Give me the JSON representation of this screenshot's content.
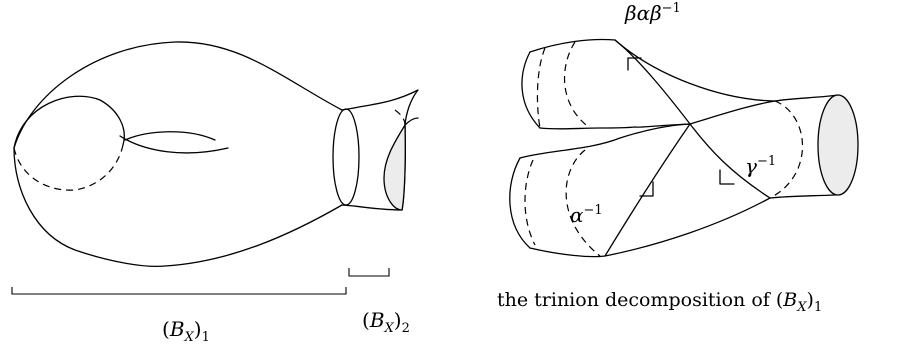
{
  "labels": {
    "b1": {
      "open": "(",
      "var": "B",
      "sub": "X",
      "close": ")",
      "index": "1"
    },
    "b2": {
      "open": "(",
      "var": "B",
      "sub": "X",
      "close": ")",
      "index": "2"
    },
    "caption_prefix": "the trinion decomposition of ",
    "caption_var": "B",
    "caption_sub": "X",
    "caption_index": "1",
    "loop_top": {
      "text": "βαβ",
      "sup": "−1"
    },
    "loop_alpha": {
      "text": "α",
      "sup": "−1"
    },
    "loop_gamma": {
      "text": "γ",
      "sup": "−1"
    }
  },
  "colors": {
    "stroke": "#000000",
    "shade": "#ececec"
  }
}
